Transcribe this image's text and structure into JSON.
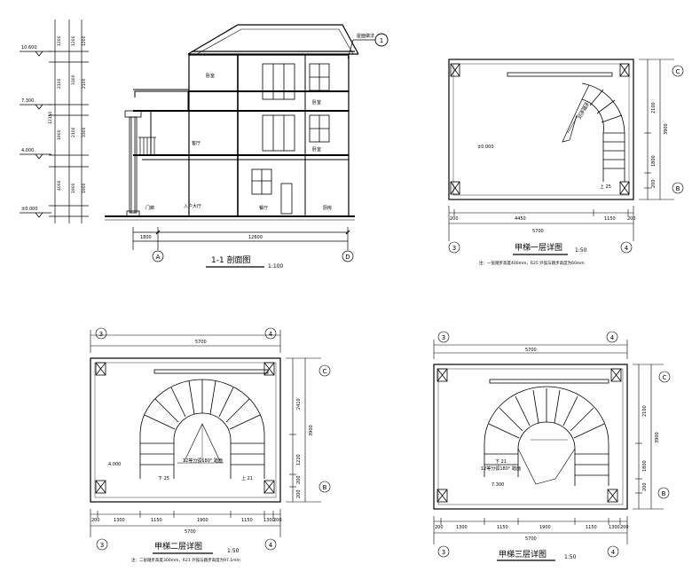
{
  "section": {
    "title": "1-1 剖面图",
    "scale": "1:100",
    "callout": "屋面做法",
    "callout_no": "1",
    "axis_left": "A",
    "axis_right": "D",
    "dim_left": "1800",
    "dim_main": "12600",
    "levels": [
      "10.600",
      "7.300",
      "4.000",
      "±0.000"
    ],
    "room_labels": [
      "卧室",
      "卧室",
      "客厅",
      "卧室",
      "入户大厅",
      "餐厅",
      "门廊",
      "厨房"
    ],
    "height_dims": [
      "1200",
      "2100",
      "1900",
      "3300",
      "1200",
      "2100",
      "1900",
      "3300",
      "12150",
      "1200",
      "2100",
      "4000",
      "1900"
    ]
  },
  "plan1": {
    "title": "甲梯一层详图",
    "scale": "1:50",
    "note": "注：一层踏步高度400mm，R25 外弧与踏步高度为60mm",
    "axis_left": "3",
    "axis_right": "4",
    "axis_top": "C",
    "axis_bottom": "B",
    "dims_bottom": [
      "200",
      "4450",
      "1150",
      "200"
    ],
    "total": "5700",
    "dims_right": [
      "2100",
      "3900",
      "1800",
      "200"
    ],
    "level": "±0.000",
    "up_label": "上 25",
    "arrow_label": "30步踏步"
  },
  "plan2": {
    "title": "甲梯二层详图",
    "scale": "1:50",
    "note": "注：二层踏步高度300mm，R21 外弧与踏步高度为97.1mm",
    "axis_left": "3",
    "axis_right": "4",
    "axis_top": "C",
    "axis_bottom": "B",
    "dims_bottom": [
      "200",
      "1300",
      "1150",
      "1900",
      "1150",
      "1300",
      "200"
    ],
    "total": "5700",
    "dims_right": [
      "2410",
      "3900",
      "1220",
      "200",
      "200"
    ],
    "level": "4.000",
    "down_label": "下 25",
    "up_label": "上 21",
    "landing_label": "12等分弧180° 踏面"
  },
  "plan3": {
    "title": "甲梯三层详图",
    "scale": "1:50",
    "axis_left": "3",
    "axis_right": "4",
    "axis_top": "C",
    "axis_bottom": "B",
    "dims_bottom": [
      "200",
      "1300",
      "1150",
      "1900",
      "1150",
      "1300",
      "200"
    ],
    "total": "5700",
    "dims_right": [
      "2100",
      "3900",
      "1800",
      "200"
    ],
    "level": "7.300",
    "down_label": "下 21",
    "landing_label": "12等分弧180° 踏面"
  }
}
